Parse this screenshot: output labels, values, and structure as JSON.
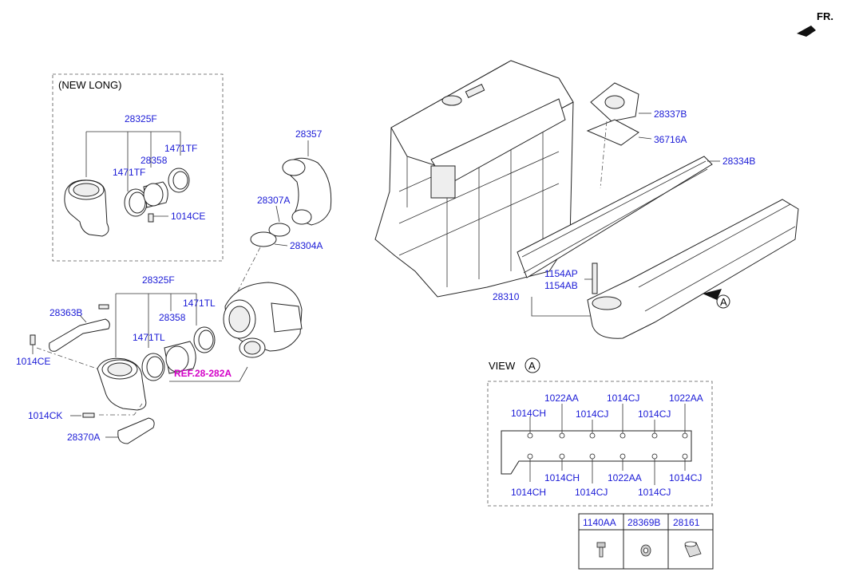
{
  "direction": {
    "label": "FR."
  },
  "boxes": {
    "new_long": "(NEW LONG)",
    "view": "VIEW",
    "view_mark": "A",
    "arrow_mark": "A"
  },
  "ref": {
    "label": "REF.28-282A"
  },
  "labels": {
    "p28325F_a": "28325F",
    "p1471TF_a": "1471TF",
    "p28358_a": "28358",
    "p1471TF_b": "1471TF",
    "p1014CE_a": "1014CE",
    "p28357": "28357",
    "p28307A": "28307A",
    "p28304A": "28304A",
    "p28325F_b": "28325F",
    "p28363B": "28363B",
    "p1471TL_a": "1471TL",
    "p28358_b": "28358",
    "p1471TL_b": "1471TL",
    "p1014CE_b": "1014CE",
    "p1014CK": "1014CK",
    "p28370A": "28370A",
    "p28337B": "28337B",
    "p36716A": "36716A",
    "p28334B": "28334B",
    "p1154AP": "1154AP",
    "p1154AB": "1154AB",
    "p28310": "28310"
  },
  "view_labels": {
    "t1": "1022AA",
    "t2": "1014CJ",
    "t3": "1022AA",
    "t4": "1014CH",
    "t5": "1014CJ",
    "t6": "1014CJ",
    "b1": "1014CH",
    "b2": "1022AA",
    "b3": "1014CJ",
    "b4": "1014CH",
    "b5": "1014CJ",
    "b6": "1014CJ"
  },
  "legend_table": {
    "headers": [
      "1140AA",
      "28369B",
      "28161"
    ]
  }
}
